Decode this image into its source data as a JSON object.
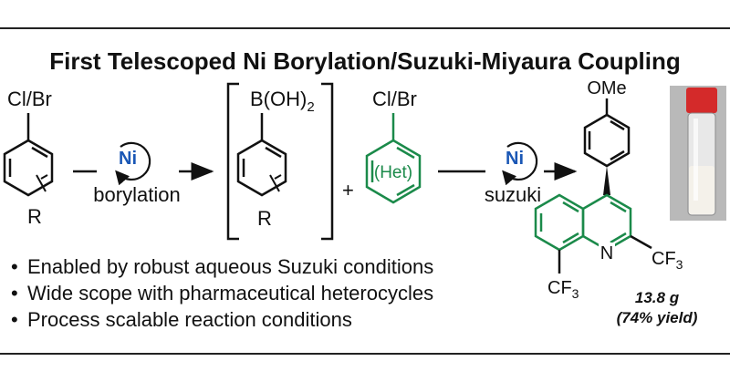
{
  "title": "First Telescoped Ni Borylation/Suzuki-Miyaura Coupling",
  "starting_material": {
    "halide_label": "Cl/Br",
    "substituent_label": "R"
  },
  "step1": {
    "catalyst_label": "Ni",
    "caption": "borylation"
  },
  "intermediate": {
    "boron_label": "B(OH)2",
    "boron_base": "B(OH)",
    "boron_subscript": "2",
    "substituent_label": "R"
  },
  "plus_sign": "+",
  "coupling_partner": {
    "halide_label": "Cl/Br",
    "ring_label": "(Het)"
  },
  "step2": {
    "catalyst_label": "Ni",
    "caption": "suzuki"
  },
  "product": {
    "methoxy_label": "OMe",
    "nitrogen_label": "N",
    "cf3_right": {
      "base": "CF",
      "subscript": "3"
    },
    "cf3_bottom": {
      "base": "CF",
      "subscript": "3"
    },
    "amount": "13.8 g",
    "yield": "(74% yield)"
  },
  "bullets": [
    "Enabled by robust aqueous Suzuki conditions",
    "Wide scope with pharmaceutical heterocycles",
    "Process scalable reaction conditions"
  ],
  "bullet_marker": "•",
  "colors": {
    "ink": "#111111",
    "heteroaryl_green": "#1b8a4a",
    "nickel_blue": "#1a57b5",
    "vial_cap_red": "#d42a2a"
  },
  "icons": [
    "catalytic-cycle-icon",
    "vial-photo"
  ]
}
